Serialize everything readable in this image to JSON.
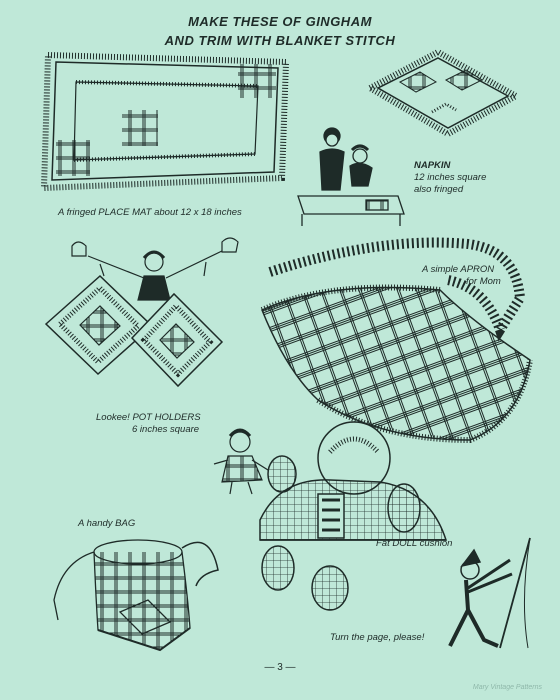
{
  "header": {
    "line1": "MAKE THESE OF GINGHAM",
    "line2": "AND TRIM WITH BLANKET STITCH"
  },
  "captions": {
    "place_mat": "A fringed PLACE MAT about 12 x 18 inches",
    "napkin_title": "NAPKIN",
    "napkin_size": "12 inches square",
    "napkin_note": "also fringed",
    "apron_line1": "A simple APRON",
    "apron_line2": "for Mom",
    "pot_holders_line1": "Lookee! POT HOLDERS",
    "pot_holders_line2": "6 inches square",
    "bag": "A handy BAG",
    "doll": "Fat DOLL cushion",
    "turn": "Turn the page, please!"
  },
  "footer": {
    "page_number": "— 3 —",
    "watermark": "Mary Vintage Patterns"
  },
  "colors": {
    "background": "#bfe8d8",
    "ink": "#1e2b28"
  }
}
